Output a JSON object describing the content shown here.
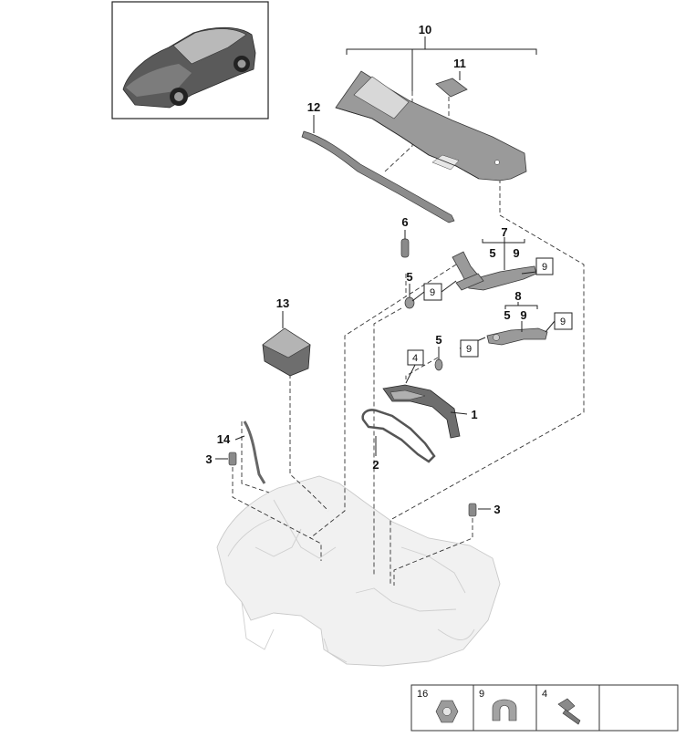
{
  "diagram": {
    "callouts": [
      {
        "id": "c10",
        "label": "10"
      },
      {
        "id": "c11",
        "label": "11"
      },
      {
        "id": "c12",
        "label": "12"
      },
      {
        "id": "c6",
        "label": "6"
      },
      {
        "id": "c7",
        "label": "7"
      },
      {
        "id": "c7a",
        "label": "5"
      },
      {
        "id": "c7b",
        "label": "9"
      },
      {
        "id": "c5a",
        "label": "5"
      },
      {
        "id": "c13",
        "label": "13"
      },
      {
        "id": "c8",
        "label": "8"
      },
      {
        "id": "c8a",
        "label": "5"
      },
      {
        "id": "c8b",
        "label": "9"
      },
      {
        "id": "c5b",
        "label": "5"
      },
      {
        "id": "c1",
        "label": "1"
      },
      {
        "id": "c2",
        "label": "2"
      },
      {
        "id": "c14",
        "label": "14"
      },
      {
        "id": "c3a",
        "label": "3"
      },
      {
        "id": "c3b",
        "label": "3"
      }
    ],
    "boxed_callouts": [
      {
        "id": "b9a",
        "label": "9"
      },
      {
        "id": "b9b",
        "label": "9"
      },
      {
        "id": "b9c",
        "label": "9"
      },
      {
        "id": "b9d",
        "label": "9"
      },
      {
        "id": "b4",
        "label": "4"
      }
    ],
    "legend": [
      {
        "label": "16",
        "icon": "nut-icon"
      },
      {
        "label": "9",
        "icon": "clip-icon"
      },
      {
        "label": "4",
        "icon": "bolt-icon"
      }
    ]
  }
}
